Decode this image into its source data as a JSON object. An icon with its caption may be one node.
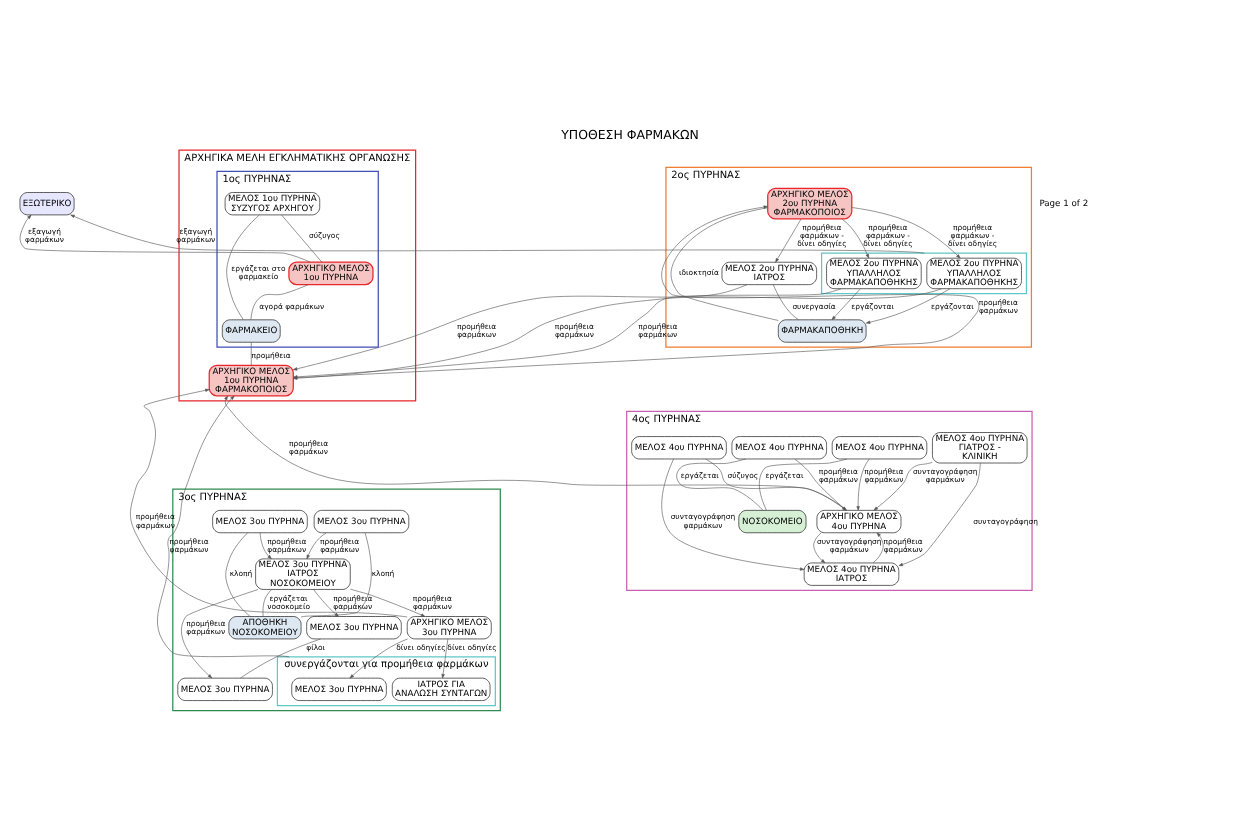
{
  "diagram": {
    "title": "ΥΠΟΘΕΣΗ ΦΑΡΜΑΚΩΝ",
    "nodes": [
      {
        "text": [
          "ΕΞΩΤΕΡΙΚΟ"
        ]
      },
      {
        "text": [
          "ΑΡΧΗΓΙΚΑ ΜΕΛΗ ΕΓΚΛΗΜΑΤΙΚΗΣ ΟΡΓΑΝΩΣΗΣ"
        ]
      },
      {
        "text": [
          "1ος ΠΥΡΗΝΑΣ"
        ],
        "in": 1
      },
      {
        "text": [
          "ΑΡΧΗΓΙΚΟ ΜΕΛΟΣ 1ου ΠΥΡΗΝΑ"
        ],
        "in": 2
      },
      {
        "text": [
          "ΦΑΡΜΑΚΕΙΟ"
        ],
        "in": 2
      },
      {
        "text": [
          "ΜΕΛΟΣ 1ου ΠΥΡΗΝΑ ΣΥΖΥΓΟΣ ΑΡΧΗΓΟΥ"
        ],
        "in": 2
      },
      {
        "text": [
          "ΑΡΧΗΓΙΚΟ ΜΕΛΟΣ 1ου ΠΥΡΗΝΑ ΦΑΡΜΑΚΟΠΟΙΟΣ"
        ],
        "in": 1
      },
      {
        "text": [
          "2ος ΠΥΡΗΝΑΣ"
        ]
      },
      {
        "text": [
          "ΑΡΧΗΓΙΚΟ ΜΕΛΟΣ 2ου ΠΥΡΗΝΑ ΦΑΡΜΑΚΟΠΟΙΟΣ"
        ],
        "in": 7
      },
      {
        "text": [
          "ΜΕΛΟΣ 2ου ΠΥΡΗΝΑ ΙΑΤΡΟΣ"
        ],
        "in": 7
      },
      {
        "text": [
          "ΦΑΡΜΑΚΑΠΟΘΗΚΗ"
        ],
        "in": 7
      },
      {
        "text": [],
        "shape": "box",
        "in": 7
      },
      {
        "text": [
          "ΜΕΛΟΣ 2ου ΠΥΡΗΝΑ ΥΠΑΛΛΗΛΟΣ ΦΑΡΜΑΚΑΠΟΘΗΚΗΣ"
        ],
        "in": 11
      },
      {
        "text": [
          "ΜΕΛΟΣ 2ου ΠΥΡΗΝΑ ΥΠΑΛΛΗΛΟΣ ΦΑΡΜΑΚΑΠΟΘΗΚΗΣ"
        ],
        "in": 11
      },
      {
        "text": [
          "3ος ΠΥΡΗΝΑΣ"
        ]
      },
      {
        "text": [
          "ΑΡΧΗΓΙΚΟ ΜΕΛΟΣ 3ου ΠΥΡΗΝΑ"
        ],
        "in": 14
      },
      {
        "text": [
          "συνεργάζονται για προμήθεια φαρμάκων"
        ],
        "in": 14
      },
      {
        "text": [
          "ΜΕΛΟΣ 3ου ΠΥΡΗΝΑ"
        ],
        "in": 16
      },
      {
        "text": [
          "ΙΑΤΡΟΣ ΓΙΑ ΑΝΑΛΩΣΗ ΣΥΝΤΑΓΩΝ"
        ],
        "in": 16
      },
      {
        "text": [
          "ΜΕΛΟΣ 3ου ΠΥΡΗΝΑ ΙΑΤΡΟΣ ΝΟΣΟΚΟΜΕΙΟΥ"
        ],
        "in": 14
      },
      {
        "text": [
          "ΜΕΛΟΣ 3ου ΠΥΡΗΝΑ"
        ],
        "in": 14
      },
      {
        "text": [
          "ΜΕΛΟΣ 3ου ΠΥΡΗΝΑ"
        ],
        "in": 14
      },
      {
        "text": [
          "ΜΕΛΟΣ 3ου ΠΥΡΗΝΑ"
        ],
        "in": 14
      },
      {
        "text": [
          "ΑΠΟΘΗΚΗ ΝΟΣΟΚΟΜΕΙΟΥ"
        ],
        "in": 14
      },
      {
        "text": [
          "ΜΕΛΟΣ 3ου ΠΥΡΗΝΑ"
        ],
        "in": 14
      },
      {
        "text": [
          "4ος ΠΥΡΗΝΑΣ"
        ]
      },
      {
        "text": [
          "ΑΡΧΗΓΙΚΟ ΜΕΛΟΣ 4ου ΠΥΡΗΝΑ"
        ],
        "in": 25
      },
      {
        "text": [
          "ΜΕΛΟΣ 4ου ΠΥΡΗΝΑ ΓΙΑΤΡΟΣ - ΚΛΙΝΙΚΗ"
        ],
        "in": 25
      },
      {
        "text": [
          "ΜΕΛΟΣ 4ου ΠΥΡΗΝΑ"
        ],
        "in": 25
      },
      {
        "text": [
          "ΜΕΛΟΣ 4ου ΠΥΡΗΝΑ ΙΑΤΡΟΣ"
        ],
        "in": 25
      },
      {
        "text": [
          "ΜΕΛΟΣ 4ου ΠΥΡΗΝΑ"
        ],
        "in": 25
      },
      {
        "text": [
          "ΜΕΛΟΣ 4ου ΠΥΡΗΝΑ"
        ],
        "in": 25
      },
      {
        "text": [
          "ΝΟΣΟΚΟΜΕΙΟ"
        ],
        "in": 25
      }
    ],
    "edges": [
      {
        "from": 3,
        "to": 0,
        "arrow": "to",
        "label": "εξαγωγή φαρμάκων"
      },
      {
        "from": 11,
        "to": 0,
        "arrow": "to",
        "label": "εξαγωγή φαρμάκων"
      },
      {
        "from": 3,
        "to": 4,
        "arrow": "none",
        "label": "αγορά φαρμάκων"
      },
      {
        "from": 4,
        "to": 6,
        "arrow": "none",
        "label": "προμήθεια"
      },
      {
        "from": 5,
        "to": 3,
        "arrow": "none",
        "label": "σύζυγος"
      },
      {
        "from": 5,
        "to": 4,
        "arrow": "none",
        "label": "εργάζεται στο φαρμακείο"
      },
      {
        "from": 6,
        "to": 8,
        "arrow": "to",
        "label": "προμήθεια φαρμάκων"
      },
      {
        "from": 9,
        "to": 6,
        "arrow": "to",
        "label": "προμήθεια φαρμάκων"
      },
      {
        "from": 8,
        "to": 12,
        "arrow": "to",
        "label": "προμήθεια φαρμάκων - δίνει οδηγίες"
      },
      {
        "from": 8,
        "to": 13,
        "arrow": "to",
        "label": "προμήθεια φαρμάκων - δίνει οδηγίες"
      },
      {
        "from": 8,
        "to": 9,
        "arrow": "to",
        "label": "προμήθεια φαρμάκων - δίνει οδηγίες"
      },
      {
        "from": 8,
        "to": 10,
        "arrow": "none",
        "label": "ιδιοκτησία"
      },
      {
        "from": 9,
        "to": 10,
        "arrow": "none",
        "label": "συνεργασία"
      },
      {
        "from": 12,
        "to": 10,
        "arrow": "to",
        "label": "εργάζονται"
      },
      {
        "from": 13,
        "to": 10,
        "arrow": "to",
        "label": "εργάζονται"
      },
      {
        "from": 12,
        "to": 6,
        "arrow": "to",
        "label": "προμήθεια φαρμάκων"
      },
      {
        "from": 13,
        "to": 6,
        "arrow": "to",
        "label": "προμήθεια φαρμάκων"
      },
      {
        "from": 15,
        "to": 6,
        "arrow": "to",
        "label": "προμήθεια φαρμάκων"
      },
      {
        "from": 16,
        "to": 6,
        "arrow": "to",
        "label": "προμήθεια φαρμάκων"
      },
      {
        "from": 26,
        "to": 6,
        "arrow": "to",
        "label": "προμήθεια φαρμάκων"
      },
      {
        "from": 15,
        "to": 17,
        "arrow": "to",
        "label": "δίνει οδηγίες"
      },
      {
        "from": 15,
        "to": 18,
        "arrow": "to",
        "label": "δίνει οδηγίες"
      },
      {
        "from": 19,
        "to": 15,
        "arrow": "to",
        "label": "προμήθεια φαρμάκων"
      },
      {
        "from": 19,
        "to": 20,
        "arrow": "to",
        "label": "προμήθεια φαρμάκων"
      },
      {
        "from": 20,
        "to": 21,
        "arrow": "none",
        "label": "φίλοι"
      },
      {
        "from": 19,
        "to": 21,
        "arrow": "to",
        "label": "προμήθεια φαρμάκων"
      },
      {
        "from": 22,
        "to": 19,
        "arrow": "to",
        "label": "προμήθεια φαρμάκων"
      },
      {
        "from": 24,
        "to": 19,
        "arrow": "to",
        "label": "προμήθεια φαρμάκων"
      },
      {
        "from": 19,
        "to": 23,
        "arrow": "none",
        "label": "εργάζεται νοσοκομείο"
      },
      {
        "from": 22,
        "to": 23,
        "arrow": "none",
        "label": "κλοπή"
      },
      {
        "from": 24,
        "to": 23,
        "arrow": "none",
        "label": "κλοπή"
      },
      {
        "from": 27,
        "to": 26,
        "arrow": "to",
        "label": "συνταγογράφηση φαρμάκων"
      },
      {
        "from": 28,
        "to": 26,
        "arrow": "to",
        "label": "σύζυγος"
      },
      {
        "from": 28,
        "to": 29,
        "arrow": "to",
        "label": "συνταγογράφηση φαρμάκων"
      },
      {
        "from": 26,
        "to": 29,
        "arrow": "to",
        "label": "συνταγογράφηση φαρμάκων"
      },
      {
        "from": 29,
        "to": 26,
        "arrow": "to",
        "label": "προμήθεια φαρμάκων"
      },
      {
        "from": 27,
        "to": 29,
        "arrow": "to",
        "label": "συνταγογράφηση"
      },
      {
        "from": 30,
        "to": 26,
        "arrow": "to",
        "label": "προμήθεια φαρμάκων"
      },
      {
        "from": 31,
        "to": 26,
        "arrow": "to",
        "label": "προμήθεια φαρμάκων"
      },
      {
        "from": 30,
        "to": 32,
        "arrow": "none",
        "label": "εργάζεται"
      },
      {
        "from": 31,
        "to": 32,
        "arrow": "none",
        "label": "εργάζεται"
      }
    ],
    "labels": [
      "Page 1 of 2"
    ]
  }
}
